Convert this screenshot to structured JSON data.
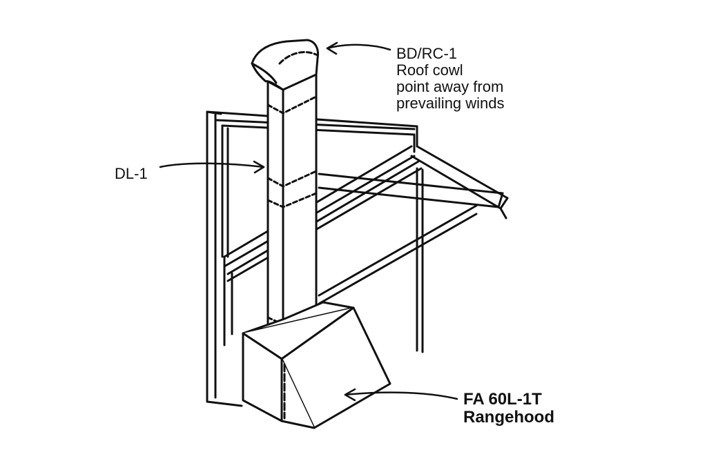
{
  "colors": {
    "background": "#ffffff",
    "ink": "#111111"
  },
  "labels": {
    "roof_cowl": {
      "code": "BD/RC-1",
      "name": "Roof cowl",
      "note_line1": "point away from",
      "note_line2": "prevailing winds"
    },
    "duct": {
      "code": "DL-1"
    },
    "rangehood": {
      "code": "FA 60L-1T",
      "name": "Rangehood"
    }
  }
}
